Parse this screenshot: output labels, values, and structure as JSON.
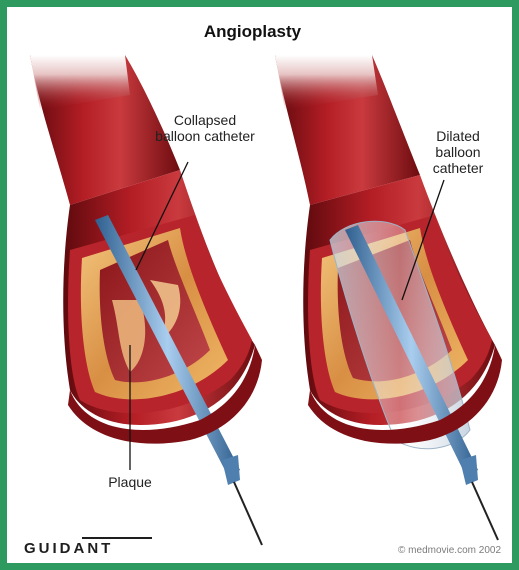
{
  "title": "Angioplasty",
  "labels": {
    "collapsed": "Collapsed balloon catheter",
    "dilated": "Dilated balloon catheter",
    "plaque": "Plaque"
  },
  "brand": "GUIDANT",
  "copyright": "© medmovie.com 2002",
  "colors": {
    "frame": "#2e9a5f",
    "vessel": "#a3151c",
    "plaque": "#e2a85a",
    "catheter": "#6a9cc8"
  }
}
